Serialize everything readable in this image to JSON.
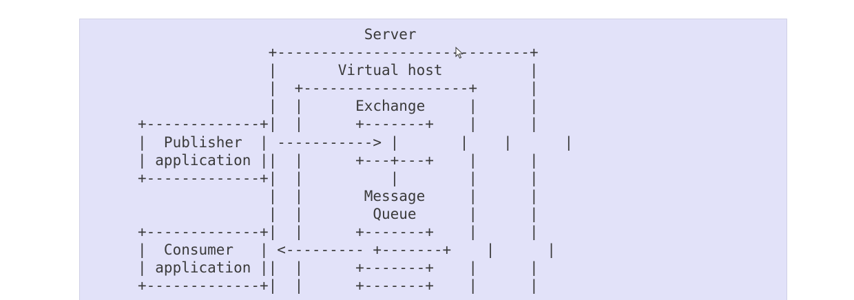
{
  "diagram": {
    "lines": [
      "                          Server",
      "               +-----------------------------+",
      "               |       Virtual host          |",
      "               |  +-------------------+      |",
      "               |  |      Exchange     |      |",
      "+-------------+|  |      +-------+    |      |",
      "|  Publisher  | -----------> |       |    |      |",
      "| application ||  |      +---+---+    |      |",
      "+-------------+|  |          |        |      |",
      "               |  |       Message     |      |",
      "               |  |        Queue      |      |",
      "+-------------+|  |      +-------+    |      |",
      "|  Consumer   | <--------- +-------+    |      |",
      "| application ||  |      +-------+    |      |",
      "+-------------+|  |      +-------+    |      |"
    ]
  }
}
